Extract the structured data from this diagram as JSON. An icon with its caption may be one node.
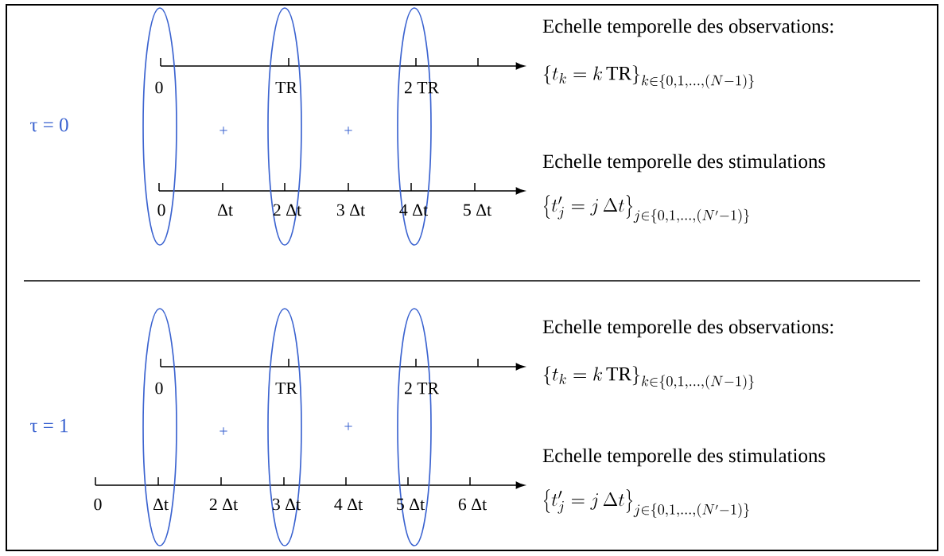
{
  "diagram": {
    "labels": [
      "Echelle temporelle des observations:",
      "0",
      "TR",
      "2 TR",
      "\\left\\{t_{k} = k\\,\\mathrm{TR}\\right\\}_{k \\in \\{0, 1, \\ldots, (N-1)\\}}",
      "τ = 0",
      "+",
      "+",
      "Echelle temporelle des stimulations",
      "0",
      "Δt",
      "2 Δt",
      "3 Δt",
      "4 Δt",
      "5 Δt",
      "\\left\\{t'_{j} = j\\,\\Delta t\\right\\}_{j \\in \\{0, 1, \\ldots, (N'-1)\\}}",
      "Echelle temporelle des observations:",
      "0",
      "TR",
      "2 TR",
      "\\left\\{t_{k} = k\\,\\mathrm{TR}\\right\\}_{k \\in \\{0, 1, \\ldots, (N-1)\\}}",
      "τ = 1",
      "+",
      "+",
      "Echelle temporelle des stimulations",
      "0",
      "Δt",
      "2 Δt",
      "3 Δt",
      "4 Δt",
      "5 Δt",
      "6 Δt",
      "\\left\\{t'_{j} = j\\,\\Delta t\\right\\}_{j \\in \\{0, 1, \\ldots, (N'-1)\\}}"
    ]
  }
}
